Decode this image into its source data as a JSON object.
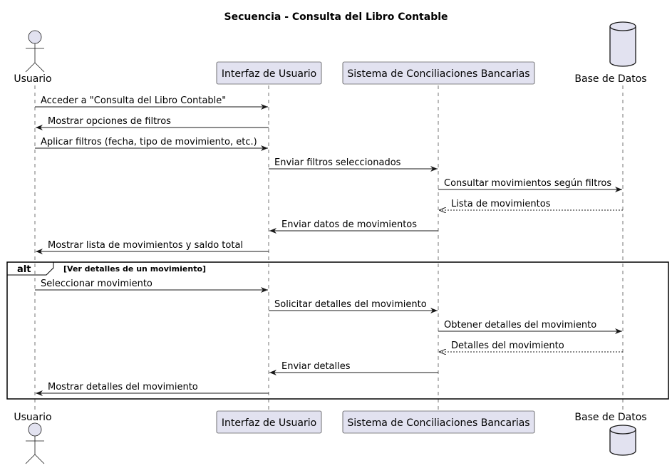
{
  "diagram": {
    "title": "Secuencia - Consulta del Libro Contable",
    "colors": {
      "participant_fill": "#E2E2F0",
      "stroke": "#181818",
      "text": "#000000",
      "background": "#FFFFFF"
    },
    "participants": [
      {
        "id": "usuario",
        "label": "Usuario",
        "kind": "actor"
      },
      {
        "id": "interfaz",
        "label": "Interfaz de Usuario",
        "kind": "participant"
      },
      {
        "id": "sistema",
        "label": "Sistema de Conciliaciones Bancarias",
        "kind": "participant"
      },
      {
        "id": "bd",
        "label": "Base de Datos",
        "kind": "database"
      }
    ],
    "messages": [
      {
        "from": "usuario",
        "to": "interfaz",
        "label": "Acceder a \"Consulta del Libro Contable\"",
        "style": "solid"
      },
      {
        "from": "interfaz",
        "to": "usuario",
        "label": "Mostrar opciones de filtros",
        "style": "solid"
      },
      {
        "from": "usuario",
        "to": "interfaz",
        "label": "Aplicar filtros (fecha, tipo de movimiento, etc.)",
        "style": "solid"
      },
      {
        "from": "interfaz",
        "to": "sistema",
        "label": "Enviar filtros seleccionados",
        "style": "solid"
      },
      {
        "from": "sistema",
        "to": "bd",
        "label": "Consultar movimientos según filtros",
        "style": "solid"
      },
      {
        "from": "bd",
        "to": "sistema",
        "label": "Lista de movimientos",
        "style": "dashed"
      },
      {
        "from": "sistema",
        "to": "interfaz",
        "label": "Enviar datos de movimientos",
        "style": "solid"
      },
      {
        "from": "interfaz",
        "to": "usuario",
        "label": "Mostrar lista de movimientos y saldo total",
        "style": "solid"
      },
      {
        "from": "usuario",
        "to": "interfaz",
        "label": "Seleccionar movimiento",
        "style": "solid",
        "in_fragment": true
      },
      {
        "from": "interfaz",
        "to": "sistema",
        "label": "Solicitar detalles del movimiento",
        "style": "solid",
        "in_fragment": true
      },
      {
        "from": "sistema",
        "to": "bd",
        "label": "Obtener detalles del movimiento",
        "style": "solid",
        "in_fragment": true
      },
      {
        "from": "bd",
        "to": "sistema",
        "label": "Detalles del movimiento",
        "style": "dashed",
        "in_fragment": true
      },
      {
        "from": "sistema",
        "to": "interfaz",
        "label": "Enviar detalles",
        "style": "solid",
        "in_fragment": true
      },
      {
        "from": "interfaz",
        "to": "usuario",
        "label": "Mostrar detalles del movimiento",
        "style": "solid",
        "in_fragment": true
      }
    ],
    "fragment": {
      "operator": "alt",
      "guard": "[Ver detalles de un movimiento]"
    }
  }
}
